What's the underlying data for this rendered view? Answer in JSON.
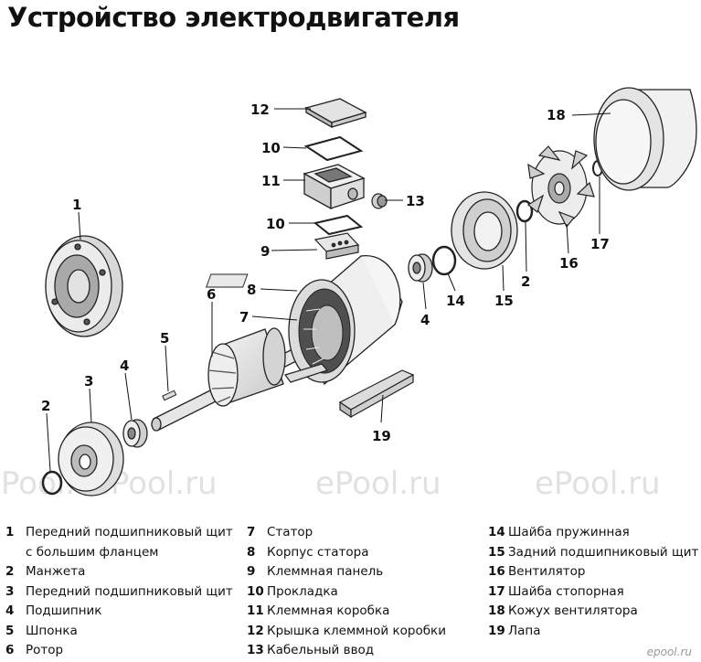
{
  "title": "Устройство электродвигателя",
  "callouts": {
    "c1": "1",
    "c2a": "2",
    "c2b": "2",
    "c3": "3",
    "c4a": "4",
    "c4b": "4",
    "c5": "5",
    "c6": "6",
    "c7": "7",
    "c8": "8",
    "c9": "9",
    "c10a": "10",
    "c10b": "10",
    "c11": "11",
    "c12": "12",
    "c13": "13",
    "c14": "14",
    "c15": "15",
    "c16": "16",
    "c17": "17",
    "c18": "18",
    "c19": "19"
  },
  "watermark": "ePool.ru",
  "corner_logo": "epool.ru",
  "legend": {
    "col1": [
      {
        "num": "1",
        "text": "Передний подшипниковый щит",
        "cont": "с большим фланцем"
      },
      {
        "num": "2",
        "text": "Манжета"
      },
      {
        "num": "3",
        "text": "Передний подшипниковый щит"
      },
      {
        "num": "4",
        "text": "Подшипник"
      },
      {
        "num": "5",
        "text": "Шпонка"
      },
      {
        "num": "6",
        "text": "Ротор"
      }
    ],
    "col2": [
      {
        "num": "7",
        "text": "Статор"
      },
      {
        "num": "8",
        "text": "Корпус статора"
      },
      {
        "num": "9",
        "text": "Клеммная панель"
      },
      {
        "num": "10",
        "text": "Прокладка"
      },
      {
        "num": "11",
        "text": "Клеммная коробка"
      },
      {
        "num": "12",
        "text": "Крышка клеммной коробки"
      },
      {
        "num": "13",
        "text": "Кабельный ввод"
      }
    ],
    "col3": [
      {
        "num": "14",
        "text": "Шайба пружинная"
      },
      {
        "num": "15",
        "text": "Задний подшипниковый щит"
      },
      {
        "num": "16",
        "text": "Вентилятор"
      },
      {
        "num": "17",
        "text": "Шайба стопорная"
      },
      {
        "num": "18",
        "text": "Кожух вентилятора"
      },
      {
        "num": "19",
        "text": "Лапа"
      }
    ]
  }
}
